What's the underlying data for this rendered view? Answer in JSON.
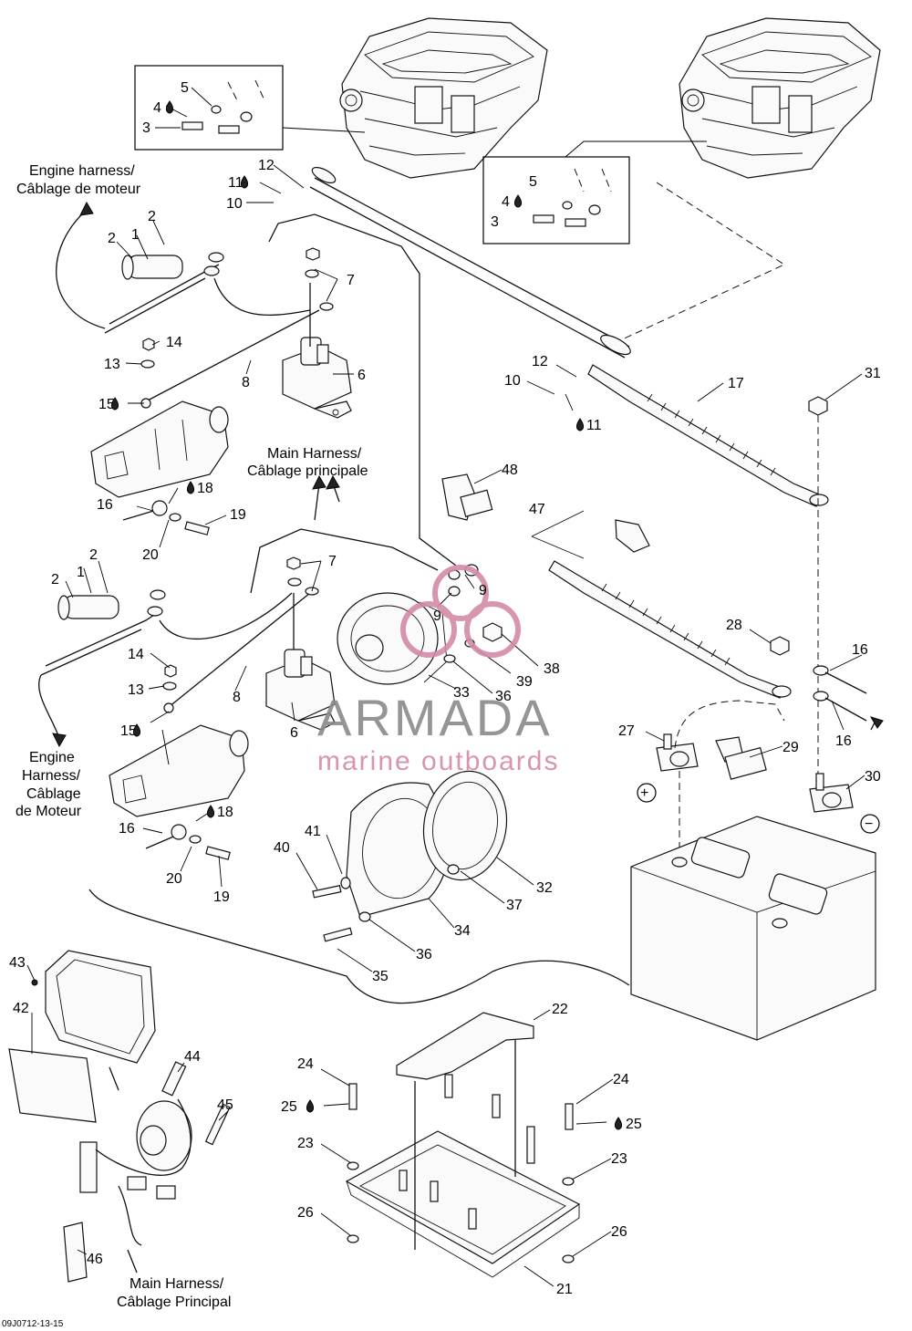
{
  "callouts": {
    "n1a": "1",
    "n2a": "2",
    "n2b": "2",
    "n3a": "3",
    "n3b": "3",
    "n4a": "4",
    "n4b": "4",
    "n5a": "5",
    "n5b": "5",
    "n6a": "6",
    "n6b": "6",
    "n7a": "7",
    "n7b": "7",
    "n8a": "8",
    "n8b": "8",
    "n9a": "9",
    "n9b": "9",
    "n10a": "10",
    "n10b": "10",
    "n11a": "11",
    "n11b": "11",
    "n12a": "12",
    "n12b": "12",
    "n13a": "13",
    "n13b": "13",
    "n14a": "14",
    "n14b": "14",
    "n15a": "15",
    "n15b": "15",
    "n16a": "16",
    "n16b": "16",
    "n16c": "16",
    "n17": "17",
    "n18a": "18",
    "n18b": "18",
    "n19a": "19",
    "n19b": "19",
    "n20a": "20",
    "n20b": "20",
    "n21": "21",
    "n22": "22",
    "n23a": "23",
    "n23b": "23",
    "n24a": "24",
    "n24b": "24",
    "n25a": "25",
    "n25b": "25",
    "n26a": "26",
    "n26b": "26",
    "n27": "27",
    "n28": "28",
    "n29": "29",
    "n30": "30",
    "n31": "31",
    "n32": "32",
    "n33": "33",
    "n34": "34",
    "n35": "35",
    "n36a": "36",
    "n36b": "36",
    "n37": "37",
    "n38": "38",
    "n39": "39",
    "n40": "40",
    "n41": "41",
    "n42": "42",
    "n43": "43",
    "n44": "44",
    "n45": "45",
    "n46": "46",
    "n47": "47",
    "n48": "48"
  },
  "captions": {
    "engine_harness_top_1": "Engine harness/",
    "engine_harness_top_2": "Câblage de moteur",
    "main_harness_mid_1": "Main Harness/",
    "main_harness_mid_2": "Câblage principale",
    "engine_harness_left_1": "Engine",
    "engine_harness_left_2": "Harness/",
    "engine_harness_left_3": "Câblage",
    "engine_harness_left_4": "de Moteur",
    "main_harness_bottom_1": "Main Harness/",
    "main_harness_bottom_2": "Câblage Principal"
  },
  "symbols": {
    "plus": "+",
    "minus": "−"
  },
  "watermark": {
    "brand": "ARMADA",
    "tagline": "marine outboards",
    "gray": "#8a8a8a",
    "pink": "#d48aa8"
  },
  "drawing_code": "09J0712-13-15"
}
